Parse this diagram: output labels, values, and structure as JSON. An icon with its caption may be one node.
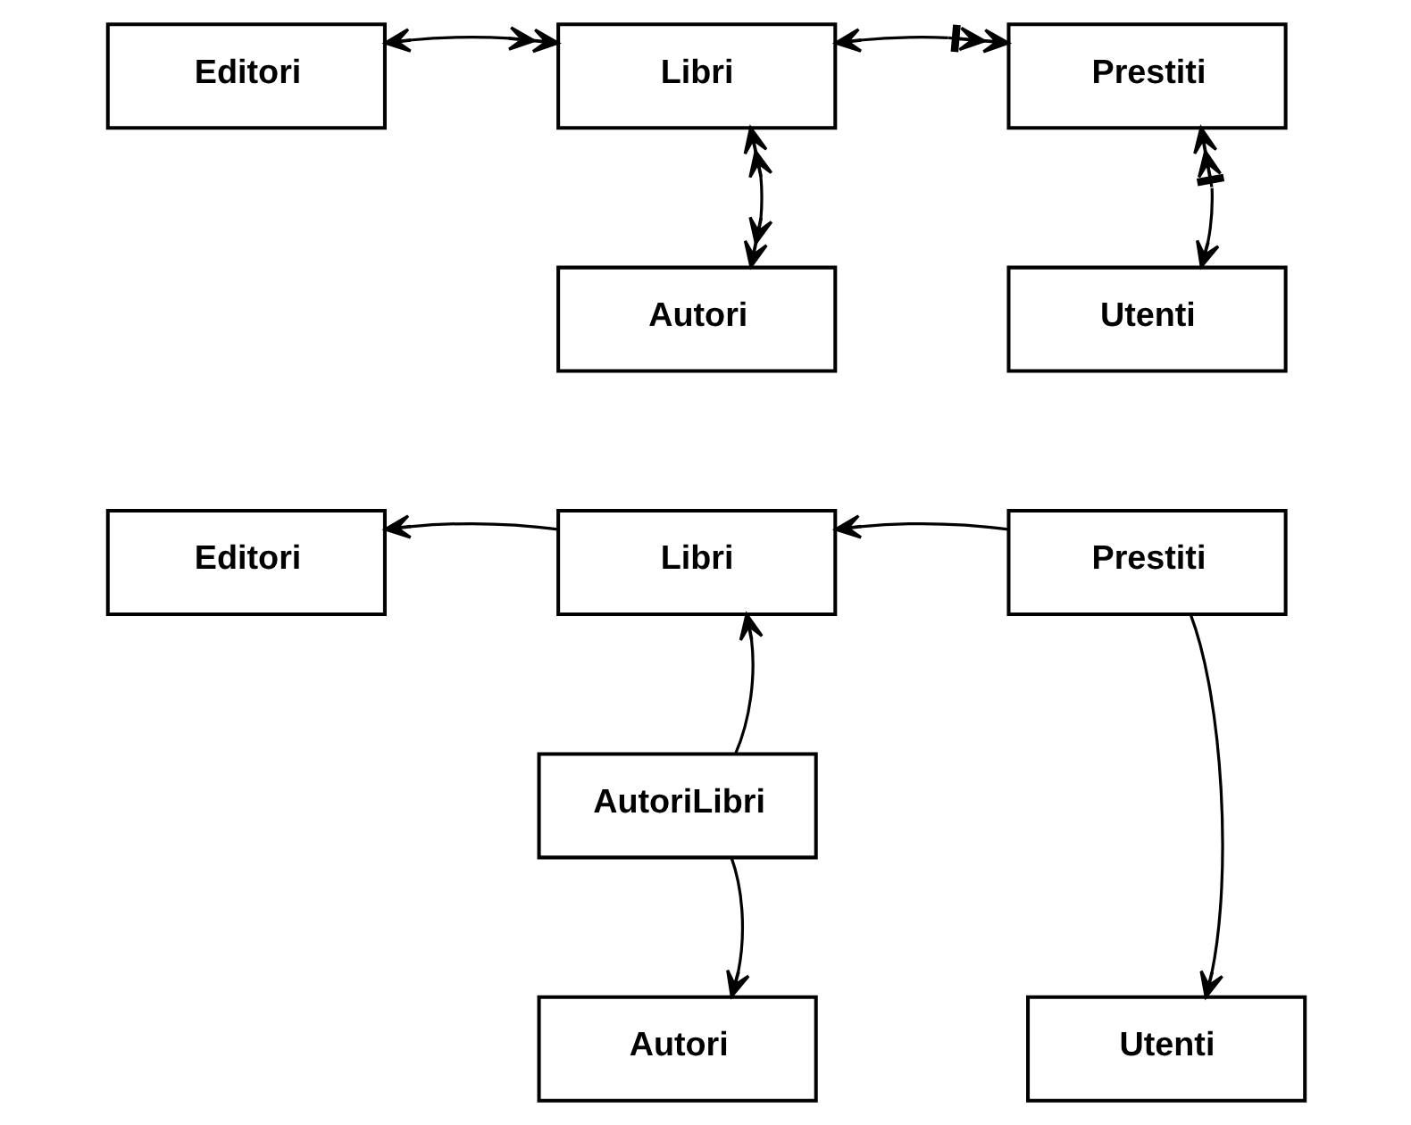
{
  "diagram": {
    "nodes": [
      {
        "text": [
          "Editori"
        ]
      },
      {
        "text": [
          "Libri"
        ]
      },
      {
        "text": [
          "Prestiti"
        ]
      },
      {
        "text": [
          "Autori"
        ]
      },
      {
        "text": [
          "Utenti"
        ]
      },
      {
        "text": [
          "Editori"
        ]
      },
      {
        "text": [
          "Libri"
        ]
      },
      {
        "text": [
          "Prestiti"
        ]
      },
      {
        "text": [
          "AutoriLibri"
        ]
      },
      {
        "text": [
          "Autori"
        ]
      },
      {
        "text": [
          "Utenti"
        ]
      }
    ],
    "edges": [
      {
        "from": 0,
        "to": 1,
        "arrow": "both"
      },
      {
        "from": 1,
        "to": 2,
        "arrow": "both"
      },
      {
        "from": 1,
        "to": 3,
        "arrow": "both"
      },
      {
        "from": 2,
        "to": 4,
        "arrow": "both"
      },
      {
        "from": 6,
        "to": 5,
        "arrow": "to"
      },
      {
        "from": 7,
        "to": 6,
        "arrow": "to"
      },
      {
        "from": 8,
        "to": 6,
        "arrow": "to"
      },
      {
        "from": 8,
        "to": 9,
        "arrow": "to"
      },
      {
        "from": 7,
        "to": 10,
        "arrow": "to"
      }
    ]
  }
}
